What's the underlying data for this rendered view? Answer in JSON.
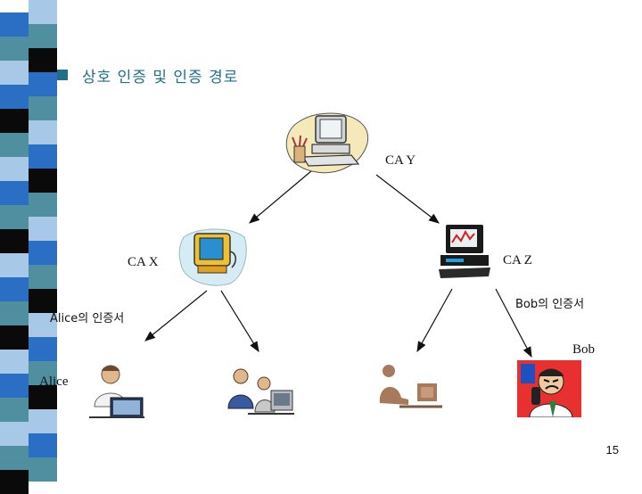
{
  "slide": {
    "title": "상호 인증 및 인증 경로",
    "page_number": "15"
  },
  "nodes": {
    "ca_y": "CA Y",
    "ca_x": "CA X",
    "ca_z": "CA Z",
    "alice_cert": "Alice의 인증서",
    "bob_cert": "Bob의 인증서",
    "alice": "Alice",
    "bob": "Bob"
  },
  "icons": {
    "ca_y": "desktop-computer-icon",
    "ca_x": "crt-monitor-icon",
    "ca_z": "oscilloscope-computer-icon",
    "user_alice": "person-at-laptop-icon",
    "user_pair": "two-people-at-computer-icon",
    "user_third": "person-at-desk-icon",
    "user_bob": "angry-man-on-phone-icon"
  },
  "colors": {
    "title": "#1f6f86",
    "stripe_dark": "#0a0a0a",
    "stripe_teal": "#4f8fa0",
    "stripe_blue": "#2a6fc4",
    "stripe_light": "#a8c8e8"
  }
}
